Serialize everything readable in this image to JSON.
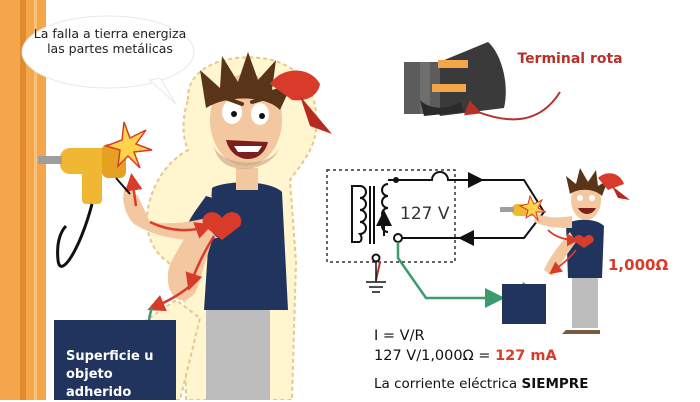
{
  "bubble": {
    "text": "La falla a tierra energiza las partes metálicas"
  },
  "plug": {
    "label": "Terminal rota"
  },
  "circuit": {
    "voltage": "127 V",
    "resistance": "1,000Ω"
  },
  "formula": {
    "line1": "I = V/R",
    "line2_prefix": "127 V/1,000Ω  =",
    "line2_result": "127 mA"
  },
  "note": {
    "prefix": "La corriente eléctrica",
    "emphasis": "SIEMPRE"
  },
  "surface": {
    "label": "Superficie u objeto adherido"
  },
  "colors": {
    "red": "#d93b2b",
    "navy": "#21345e",
    "wood": "#f4a64a",
    "green": "#3c9a6c",
    "drill": "#f0b732"
  }
}
